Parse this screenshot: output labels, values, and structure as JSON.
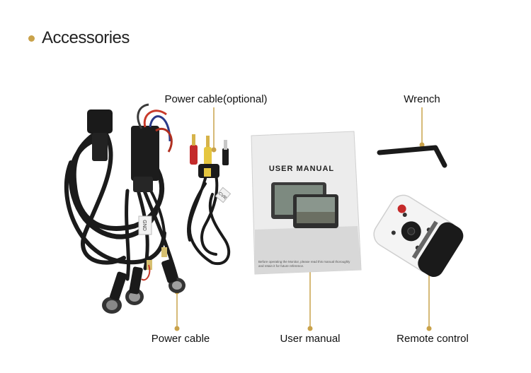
{
  "heading": {
    "text": "Accessories"
  },
  "labels": {
    "power_cable_optional": "Power cable(optional)",
    "wrench": "Wrench",
    "power_cable": "Power cable",
    "user_manual": "User manual",
    "remote_control": "Remote control"
  },
  "manual": {
    "title": "USER MANUAL",
    "footnote_line1": "Before operating the Monitor, please read this manual thoroughly",
    "footnote_line2": "and retain it for future reference."
  },
  "cable_tag": "GND",
  "cable_tag2": "CVR",
  "colors": {
    "accent": "#c9a24a"
  }
}
